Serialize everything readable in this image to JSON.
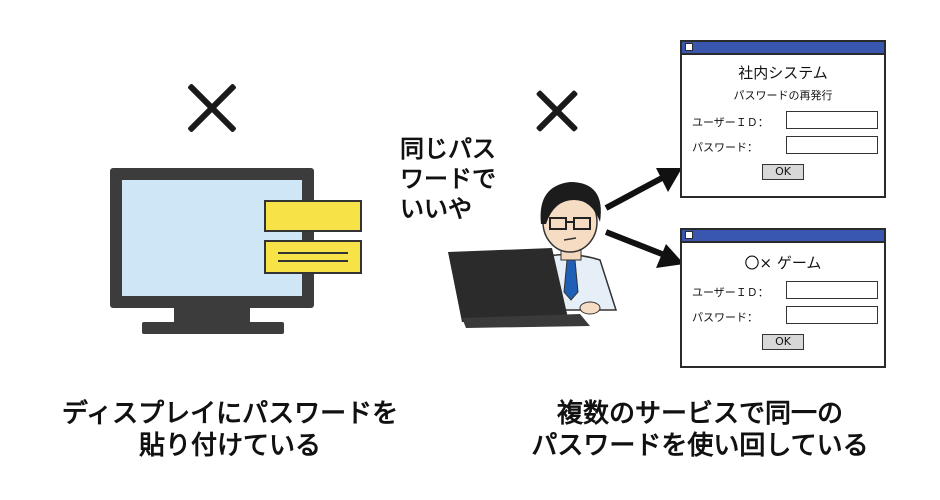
{
  "left": {
    "caption_line1": "ディスプレイにパスワードを",
    "caption_line2": "貼り付けている"
  },
  "right": {
    "speech_line1": "同じパス",
    "speech_line2": "ワードで",
    "speech_line3": "いいや",
    "caption_line1": "複数のサービスで同一の",
    "caption_line2": "パスワードを使い回している"
  },
  "windows": [
    {
      "title": "社内システム",
      "subtitle": "パスワードの再発行",
      "userid_label": "ユーザーＩＤ：",
      "password_label": "パスワード：",
      "ok_label": "OK"
    },
    {
      "title": "〇× ゲーム",
      "userid_label": "ユーザーＩＤ：",
      "password_label": "パスワード：",
      "ok_label": "OK"
    }
  ],
  "colors": {
    "screen": "#cfe6f7",
    "sticky_note": "#f7e247",
    "title_bar": "#3a57b0",
    "tie": "#1f5fb5"
  },
  "icons": [
    "cross-mark-icon",
    "monitor-icon",
    "sticky-note-icon",
    "person-with-laptop-icon",
    "arrow-icon"
  ]
}
